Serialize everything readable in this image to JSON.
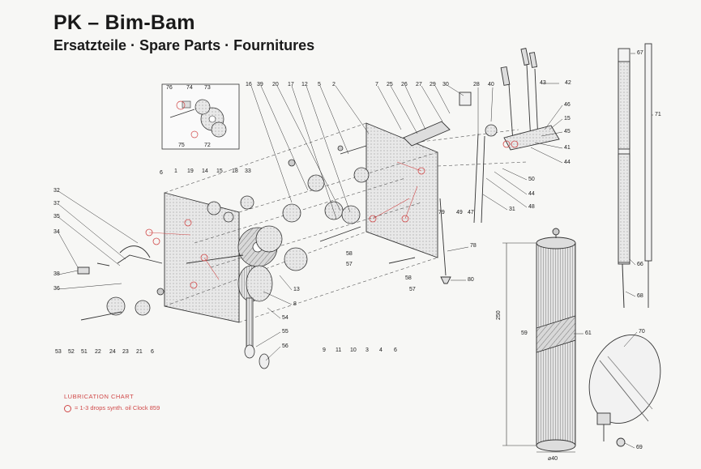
{
  "header": {
    "title": "PK – Bim-Bam",
    "subtitle": "Ersatzteile · Spare Parts · Fournitures"
  },
  "lubrication": {
    "title": "LUBRICATION CHART",
    "legend": "= 1-3 drops synth. oil Clock 859"
  },
  "dimensions": {
    "height": "250",
    "diameter": "⌀40"
  },
  "labels": {
    "p76": "76",
    "p74": "74",
    "p73": "73",
    "p75": "75",
    "p72": "72",
    "p16": "16",
    "p39": "39",
    "p20": "20",
    "p17": "17",
    "p12": "12",
    "p5": "5",
    "p2": "2",
    "p7": "7",
    "p25": "25",
    "p26": "26",
    "p27": "27",
    "p29": "29",
    "p30": "30",
    "p28": "28",
    "p40": "40",
    "p43": "43",
    "p42": "42",
    "p46": "46",
    "p15r": "15",
    "p45": "45",
    "p41": "41",
    "p44a": "44",
    "p50": "50",
    "p44b": "44",
    "p48": "48",
    "p31": "31",
    "p47": "47",
    "p49": "49",
    "p79": "79",
    "p78": "78",
    "p80": "80",
    "p67": "67",
    "p71": "71",
    "p66": "66",
    "p68": "68",
    "p70": "70",
    "p61": "61",
    "p59": "59",
    "p69": "69",
    "p6a": "6",
    "p1": "1",
    "p19": "19",
    "p14": "14",
    "p15": "15",
    "p18": "18",
    "p33": "33",
    "p32": "32",
    "p37": "37",
    "p35": "35",
    "p34": "34",
    "p38": "38",
    "p36": "36",
    "p58a": "58",
    "p57a": "57",
    "p58b": "58",
    "p57b": "57",
    "p13": "13",
    "p8": "8",
    "p54": "54",
    "p55": "55",
    "p56": "56",
    "p53": "53",
    "p52": "52",
    "p51": "51",
    "p22": "22",
    "p24": "24",
    "p23": "23",
    "p21": "21",
    "p6b": "6",
    "p9": "9",
    "p11": "11",
    "p10": "10",
    "p3": "3",
    "p4": "4",
    "p6c": "6"
  }
}
